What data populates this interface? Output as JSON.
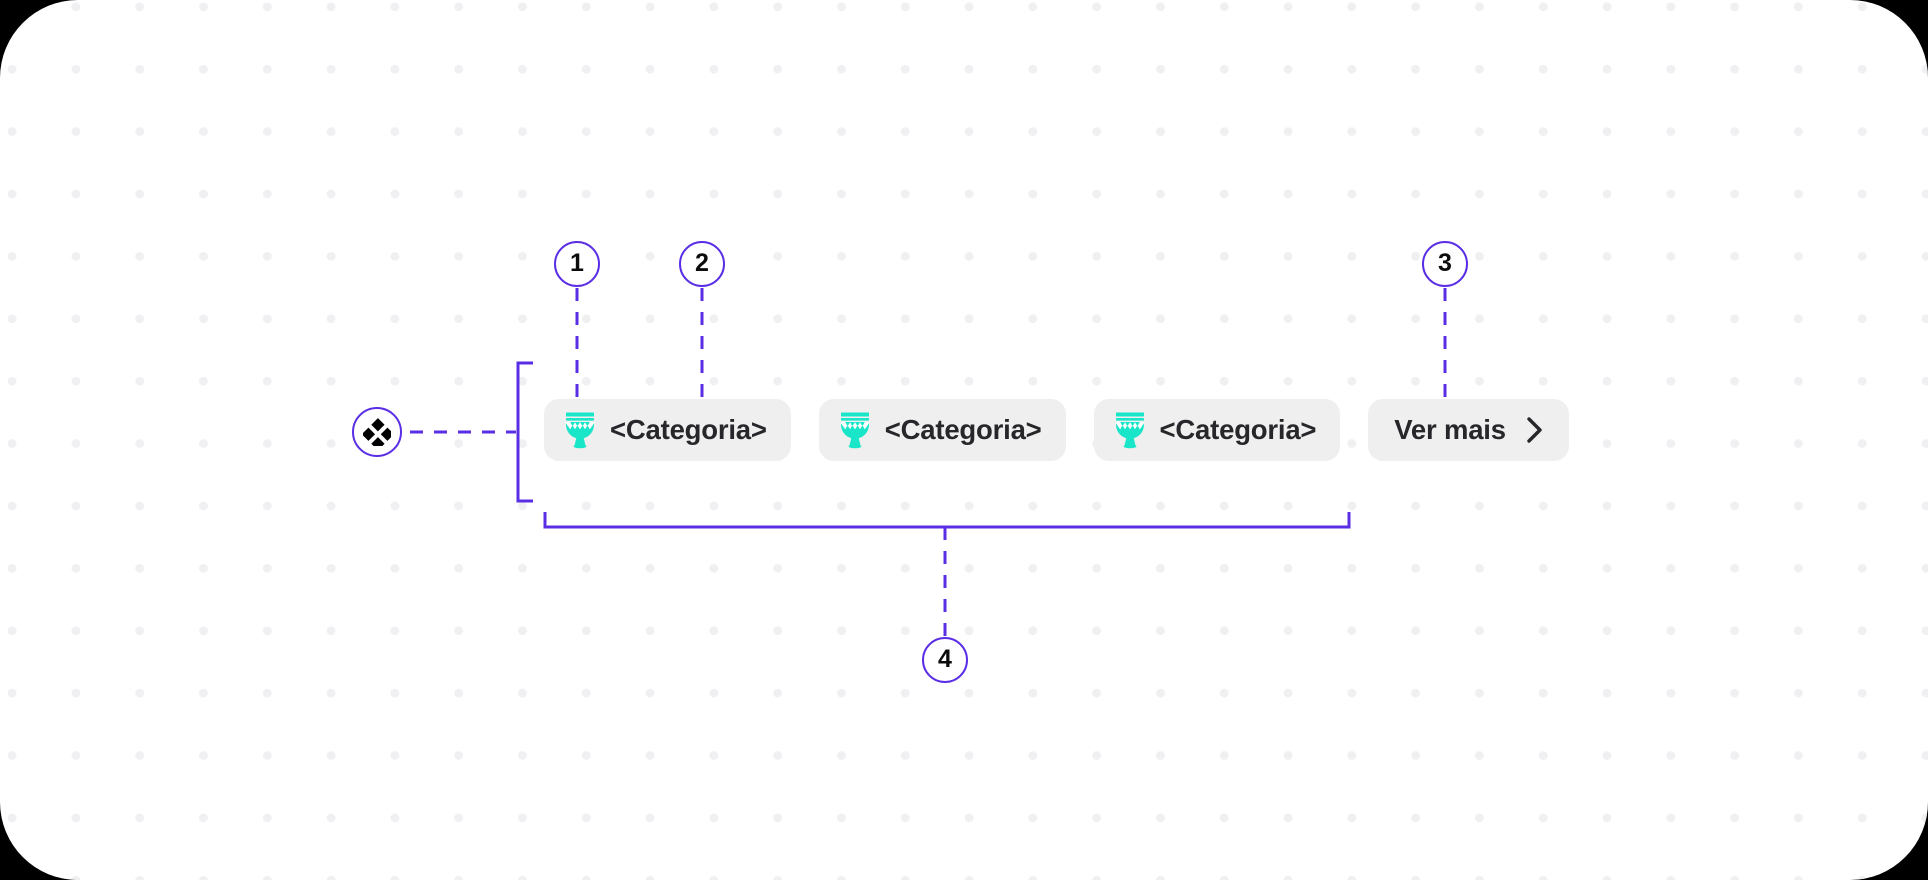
{
  "card": {
    "background": "#ffffff",
    "accent": "#5a2ee5",
    "chip_bg": "#efefef",
    "chip_text": "#27272b",
    "icon_color": "#19e6c8",
    "dot_color": "#f0f0f2"
  },
  "chips": [
    {
      "icon": "djembe-drum-icon",
      "label": "<Categoria>"
    },
    {
      "icon": "djembe-drum-icon",
      "label": "<Categoria>"
    },
    {
      "icon": "djembe-drum-icon",
      "label": "<Categoria>"
    }
  ],
  "more_button": {
    "label": "Ver mais",
    "icon": "chevron-right-icon"
  },
  "annotations": {
    "component_marker": {
      "icon": "four-diamonds-icon"
    },
    "callouts": [
      {
        "id": "1",
        "label": "1"
      },
      {
        "id": "2",
        "label": "2"
      },
      {
        "id": "3",
        "label": "3"
      },
      {
        "id": "4",
        "label": "4"
      }
    ]
  }
}
